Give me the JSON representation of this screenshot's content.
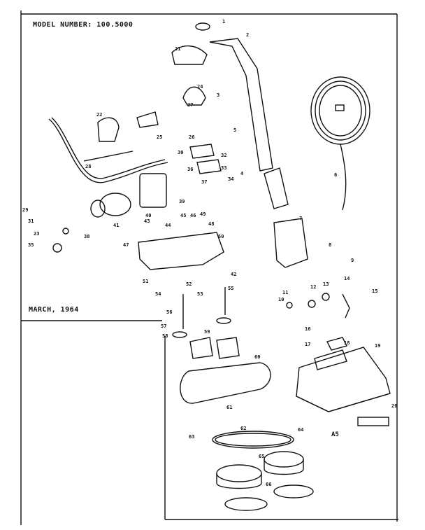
{
  "header": {
    "model_number": "MODEL NUMBER: 100.5000"
  },
  "footer": {
    "date": "MARCH, 1964",
    "diagram_code": "A5"
  },
  "callouts": [
    "1",
    "2",
    "3",
    "4",
    "5",
    "6",
    "7",
    "8",
    "9",
    "10",
    "11",
    "12",
    "13",
    "14",
    "15",
    "16",
    "17",
    "18",
    "19",
    "20",
    "21",
    "22",
    "23",
    "24",
    "25",
    "26",
    "27",
    "28",
    "29",
    "30",
    "31",
    "32",
    "33",
    "34",
    "35",
    "36",
    "37",
    "38",
    "39",
    "40",
    "41",
    "42",
    "43",
    "44",
    "45",
    "46",
    "47",
    "48",
    "49",
    "50",
    "51",
    "52",
    "53",
    "54",
    "55",
    "56",
    "57",
    "58",
    "59",
    "60",
    "61",
    "62",
    "63",
    "64",
    "65",
    "66"
  ]
}
